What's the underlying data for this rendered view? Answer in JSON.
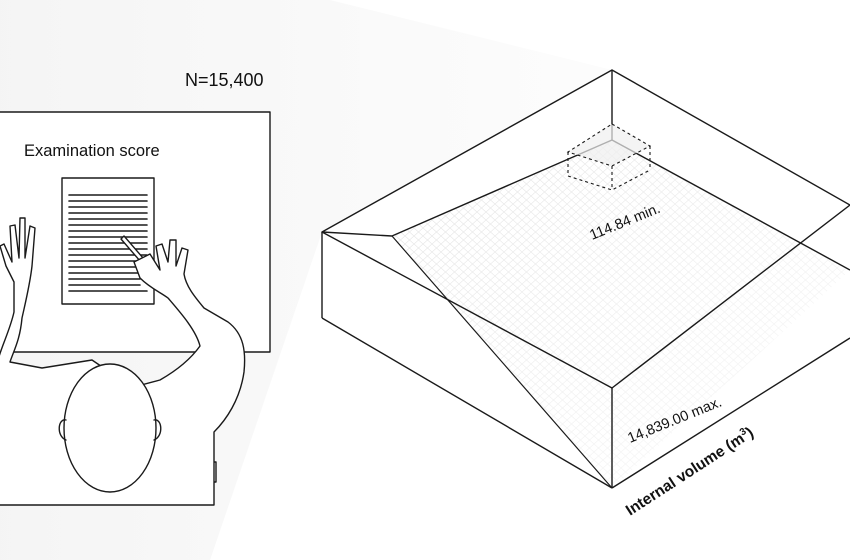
{
  "labels": {
    "sample_size": "N=15,400",
    "exam_score": "Examination score",
    "min_volume": "114.84 min.",
    "max_volume": "14,839.00 max.",
    "axis_label_main": "Internal volume (m",
    "axis_label_sup": "3",
    "axis_label_close": ")"
  },
  "colors": {
    "stroke": "#1a1a1a",
    "projection": "#ececec",
    "floor_pattern": "#d6d6d6",
    "background": "#ffffff"
  }
}
